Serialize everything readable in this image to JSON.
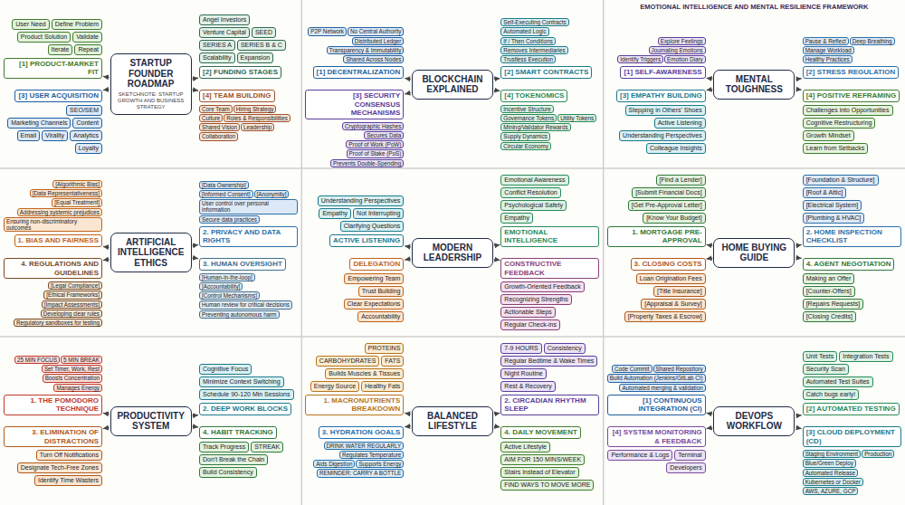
{
  "diagram": {
    "nodes": [
      {
        "text": [
          "STARTUP FOUNDER ROADMAP",
          "SKETCHNOTE: STARTUP GROWTH AND BUSINESS STRATEGY"
        ]
      },
      {
        "text": [
          "[1] PRODUCT-MARKET FIT"
        ]
      },
      {
        "text": [
          "[2] FUNDING STAGES"
        ]
      },
      {
        "text": [
          "[3] USER ACQUISITION"
        ]
      },
      {
        "text": [
          "[4] TEAM BUILDING"
        ]
      },
      {
        "text": [
          "BLOCKCHAIN EXPLAINED"
        ]
      },
      {
        "text": [
          "[1] DECENTRALIZATION"
        ]
      },
      {
        "text": [
          "[2] SMART CONTRACTS"
        ]
      },
      {
        "text": [
          "[3] SECURITY CONSENSUS MECHANISMS"
        ]
      },
      {
        "text": [
          "[4] TOKENOMICS"
        ]
      },
      {
        "text": [
          "MENTAL TOUGHNESS"
        ]
      },
      {
        "text": [
          "[1] SELF-AWARENESS"
        ]
      },
      {
        "text": [
          "[2] STRESS REGULATION"
        ]
      },
      {
        "text": [
          "[3] EMPATHY BUILDING"
        ]
      },
      {
        "text": [
          "[4] POSITIVE REFRAMING"
        ]
      },
      {
        "text": [
          "ARTIFICIAL INTELLIGENCE ETHICS"
        ]
      },
      {
        "text": [
          "1. BIAS AND FAIRNESS"
        ]
      },
      {
        "text": [
          "2. PRIVACY AND DATA RIGHTS"
        ]
      },
      {
        "text": [
          "4. REGULATIONS AND GUIDELINES"
        ]
      },
      {
        "text": [
          "3. HUMAN OVERSIGHT"
        ]
      },
      {
        "text": [
          "MODERN LEADERSHIP"
        ]
      },
      {
        "text": [
          "ACTIVE LISTENING"
        ]
      },
      {
        "text": [
          "EMOTIONAL INTELLIGENCE"
        ]
      },
      {
        "text": [
          "DELEGATION"
        ]
      },
      {
        "text": [
          "CONSTRUCTIVE FEEDBACK"
        ]
      },
      {
        "text": [
          "HOME BUYING GUIDE"
        ]
      },
      {
        "text": [
          "1. MORTGAGE PRE-APPROVAL"
        ]
      },
      {
        "text": [
          "2. HOME INSPECTION CHECKLIST"
        ]
      },
      {
        "text": [
          "3. CLOSING COSTS"
        ]
      },
      {
        "text": [
          "4. AGENT NEGOTIATION"
        ]
      },
      {
        "text": [
          "PRODUCTIVITY SYSTEM"
        ]
      },
      {
        "text": [
          "1. THE POMODORO TECHNIQUE"
        ]
      },
      {
        "text": [
          "2. DEEP WORK BLOCKS"
        ]
      },
      {
        "text": [
          "3. ELIMINATION OF DISTRACTIONS"
        ]
      },
      {
        "text": [
          "4. HABIT TRACKING"
        ]
      },
      {
        "text": [
          "BALANCED LIFESTYLE"
        ]
      },
      {
        "text": [
          "1. MACRONUTRIENTS BREAKDOWN"
        ]
      },
      {
        "text": [
          "2. CIRCADIAN RHYTHM SLEEP"
        ]
      },
      {
        "text": [
          "3. HYDRATION GOALS"
        ]
      },
      {
        "text": [
          "4. DAILY MOVEMENT"
        ]
      },
      {
        "text": [
          "DEVOPS WORKFLOW"
        ]
      },
      {
        "text": [
          "[1] CONTINUOUS INTEGRATION (CI)"
        ]
      },
      {
        "text": [
          "[2] AUTOMATED TESTING"
        ]
      },
      {
        "text": [
          "[4] SYSTEM MONITORING & FEEDBACK"
        ]
      },
      {
        "text": [
          "[3] CLOUD DEPLOYMENT (CD)"
        ]
      }
    ],
    "edges": [
      {
        "from": 0,
        "to": 1,
        "arrow": "to"
      },
      {
        "from": 0,
        "to": 2,
        "arrow": "to"
      },
      {
        "from": 0,
        "to": 3,
        "arrow": "to"
      },
      {
        "from": 0,
        "to": 4,
        "arrow": "to"
      },
      {
        "from": 5,
        "to": 6,
        "arrow": "to"
      },
      {
        "from": 5,
        "to": 7,
        "arrow": "to"
      },
      {
        "from": 5,
        "to": 8,
        "arrow": "to"
      },
      {
        "from": 5,
        "to": 9,
        "arrow": "to"
      },
      {
        "from": 10,
        "to": 11,
        "arrow": "to"
      },
      {
        "from": 10,
        "to": 12,
        "arrow": "to"
      },
      {
        "from": 10,
        "to": 13,
        "arrow": "to"
      },
      {
        "from": 10,
        "to": 14,
        "arrow": "to"
      },
      {
        "from": 15,
        "to": 16,
        "arrow": "to"
      },
      {
        "from": 15,
        "to": 17,
        "arrow": "to"
      },
      {
        "from": 15,
        "to": 18,
        "arrow": "to"
      },
      {
        "from": 15,
        "to": 19,
        "arrow": "to"
      },
      {
        "from": 20,
        "to": 21,
        "arrow": "to"
      },
      {
        "from": 20,
        "to": 22,
        "arrow": "to"
      },
      {
        "from": 20,
        "to": 23,
        "arrow": "to"
      },
      {
        "from": 20,
        "to": 24,
        "arrow": "to"
      },
      {
        "from": 25,
        "to": 26,
        "arrow": "to"
      },
      {
        "from": 25,
        "to": 27,
        "arrow": "to"
      },
      {
        "from": 25,
        "to": 28,
        "arrow": "to"
      },
      {
        "from": 25,
        "to": 29,
        "arrow": "to"
      },
      {
        "from": 30,
        "to": 31,
        "arrow": "to"
      },
      {
        "from": 30,
        "to": 32,
        "arrow": "to"
      },
      {
        "from": 30,
        "to": 33,
        "arrow": "to"
      },
      {
        "from": 30,
        "to": 34,
        "arrow": "to"
      },
      {
        "from": 35,
        "to": 36,
        "arrow": "to"
      },
      {
        "from": 35,
        "to": 37,
        "arrow": "to"
      },
      {
        "from": 35,
        "to": 38,
        "arrow": "to"
      },
      {
        "from": 35,
        "to": 39,
        "arrow": "to"
      },
      {
        "from": 40,
        "to": 41,
        "arrow": "to"
      },
      {
        "from": 40,
        "to": 42,
        "arrow": "to"
      },
      {
        "from": 40,
        "to": 43,
        "arrow": "to"
      },
      {
        "from": 40,
        "to": 44,
        "arrow": "to"
      }
    ],
    "labels": [
      "User Need",
      "Define Problem",
      "Product Solution",
      "Validate",
      "Iterate",
      "Repeat",
      "Angel Investors",
      "Venture Capital",
      "SEED",
      "SERIES A",
      "SERIES B & C",
      "Scalability",
      "Expansion",
      "SEO/SEM",
      "Marketing Channels",
      "Content",
      "Email",
      "Virality",
      "Analytics",
      "Loyalty",
      "Core Team",
      "Hiring Strategy",
      "Culture",
      "Roles & Responsibilities",
      "Shared Vision",
      "Leadership",
      "Collaboration",
      "P2P Network",
      "No Central Authority",
      "Distributed Ledger",
      "Transparency & Immutability",
      "Shared Across Nodes",
      "Self-Executing Contracts",
      "Automated Logic",
      "If / Then Conditions",
      "Removes Intermediaries",
      "Trustless Execution",
      "Cryptographic Hashes",
      "Secures Data",
      "Proof of Work (PoW)",
      "Proof of Stake (PoS)",
      "Prevents Double-Spending",
      "Incentive Structure",
      "Governance Tokens",
      "Utility Tokens",
      "Mining/Validator Rewards",
      "Supply Dynamics",
      "Circular Economy",
      "EMOTIONAL INTELLIGENCE AND MENTAL RESILIENCE FRAMEWORK",
      "Explore Feelings",
      "Journaling Emotions",
      "Identify Triggers",
      "Emotion Diary",
      "Pause & Reflect",
      "Deep Breathing",
      "Manage Workload",
      "Healthy Practices",
      "Stepping in Others' Shoes",
      "Active Listening",
      "Understanding Perspectives",
      "Colleague Insights",
      "Challenges into Opportunities",
      "Cognitive Restructuring",
      "Growth Mindset",
      "Learn from Setbacks",
      "[Algorithmic Bias]",
      "[Data Representativeness]",
      "[Equal Treatment]",
      "Addressing systemic prejudices",
      "Ensuring non-discriminatory outcomes",
      "[Data Ownership]",
      "[Informed Consent]",
      "[Anonymity]",
      "User control over personal information",
      "Secure data practices",
      "[Legal Compliance]",
      "[Ethical Frameworks]",
      "[Impact Assessments]",
      "Developing clear rules",
      "Regulatory sandboxes for testing",
      "[Human-in-the-loop]",
      "[Accountability]",
      "[Control Mechanisms]",
      "Human review for critical decisions",
      "Preventing autonomous harm",
      "Understanding Perspectives",
      "Empathy",
      "Not Interrupting",
      "Clarifying Questions",
      "Emotional Awareness",
      "Conflict Resolution",
      "Psychological Safety",
      "Empathy",
      "Empowering Team",
      "Trust Building",
      "Clear Expectations",
      "Accountability",
      "Growth-Oriented Feedback",
      "Recognizing Strengths",
      "Actionable Steps",
      "Regular Check-ins",
      "[Find a Lender]",
      "[Submit Financial Docs]",
      "[Get Pre-Approval Letter]",
      "[Know Your Budget]",
      "[Foundation & Structure]",
      "[Roof & Attic]",
      "[Electrical System]",
      "[Plumbing & HVAC]",
      "Loan Origination Fees",
      "[Title Insurance]",
      "[Appraisal & Survey]",
      "[Property Taxes & Escrow]",
      "Making an Offer",
      "[Counter-Offers]",
      "[Repairs Requests]",
      "[Closing Credits]",
      "25 MIN FOCUS",
      "5 MIN BREAK",
      "Set Timer, Work, Rest",
      "Boosts Concentration",
      "Manages Energy",
      "Cognitive Focus",
      "Minimize Context Switching",
      "Schedule 90-120 Min Sessions",
      "Turn Off Notifications",
      "Designate Tech-Free Zones",
      "Identify Time Wasters",
      "Track Progress",
      "STREAK",
      "Don't Break the Chain",
      "Build Consistency",
      "PROTEINS",
      "CARBOHYDRATES",
      "FATS",
      "Builds Muscles & Tissues",
      "Energy Source",
      "Healthy Fats",
      "7-9 HOURS",
      "Consistency",
      "Regular Bedtime & Wake Times",
      "Night Routine",
      "Rest & Recovery",
      "DRINK WATER REGULARLY",
      "Regulates Temperature",
      "Aids Digestion",
      "Supports Energy",
      "REMINDER: CARRY A BOTTLE",
      "Active Lifestyle",
      "AIM FOR 150 MINS/WEEK",
      "Stairs Instead of Elevator",
      "FIND WAYS TO MOVE MORE",
      "Code Commit",
      "Shared Repository",
      "Build Automation (Jenkins/GitLab CI)",
      "Automated merging & validation",
      "Unit Tests",
      "Integration Tests",
      "Security Scan",
      "Automated Test Suites",
      "Catch bugs early!",
      "Performance & Logs",
      "Terminal",
      "Developers",
      "Staging Environment",
      "Production",
      "Blue/Green Deploy",
      "Automated Release",
      "Kubernetes or Docker",
      "AWS, AZURE, GCP"
    ]
  }
}
